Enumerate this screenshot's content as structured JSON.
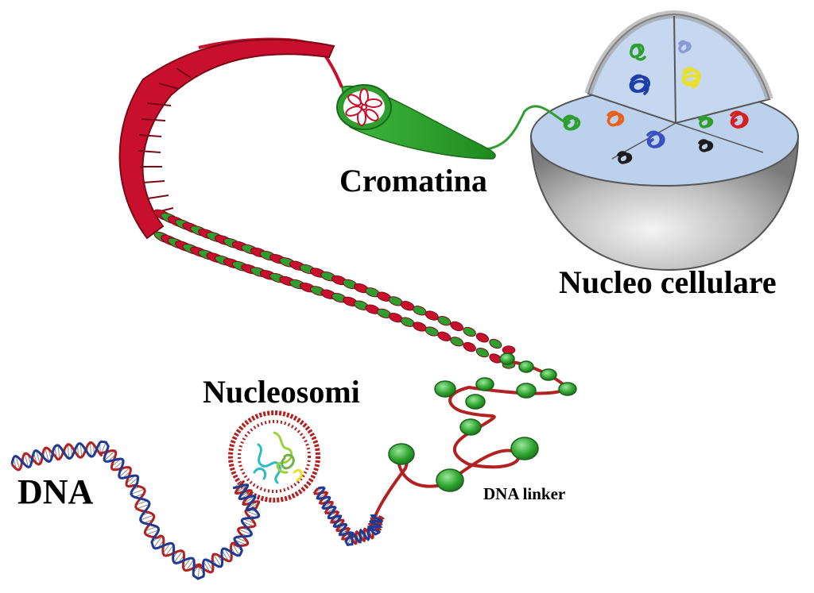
{
  "labels": {
    "cromatina": "Cromatina",
    "nucleo_cellulare": "Nucleo cellulare",
    "nucleosomi": "Nucleosomi",
    "dna": "DNA",
    "dna_linker": "DNA linker"
  },
  "colors": {
    "chromatin_red": "#c8102e",
    "chromatin_dark": "#7a0a18",
    "fiber_green": "#2e9e2e",
    "nucleosome_green": "#2fa52f",
    "nucleus_shell": "#b9b9b9",
    "nucleus_interior": "#bcd2ec",
    "dna_strand_red": "#b22222",
    "dna_strand_blue": "#1f3a93"
  },
  "chromosome_colors": [
    "#2e9e2e",
    "#1e3fa8",
    "#e8e02a",
    "#e8601c",
    "#d42020",
    "#1b1b1b",
    "#3a4fc0",
    "#2e9e2e",
    "#8a9ad8"
  ]
}
